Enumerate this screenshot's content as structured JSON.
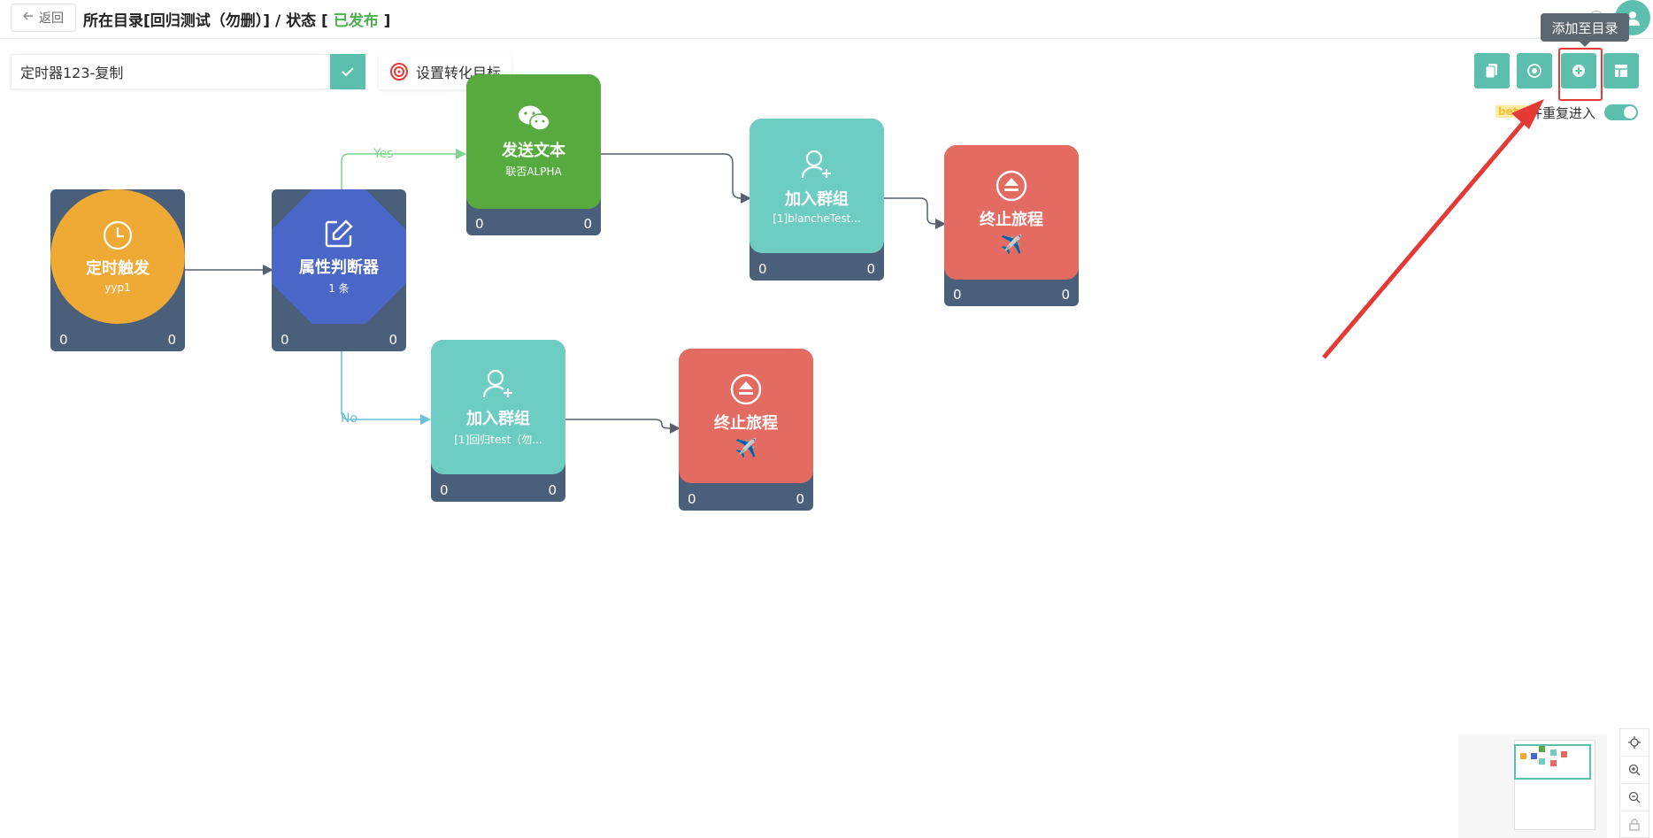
{
  "header": {
    "back_label": "返回",
    "crumb_prefix": "所在目录[回归测试（勿删）] / 状态 [ ",
    "status": "已发布",
    "crumb_suffix": " ]"
  },
  "toolbar": {
    "journey_name": "定时器123-复制",
    "target_label": "设置转化目标",
    "tooltip": "添加至目录",
    "beta": "beta",
    "repeat_label": "许重复进入"
  },
  "colors": {
    "teal": "#5cbfae",
    "orange": "#efaa36",
    "blue": "#4a66c6",
    "green": "#57aa3e",
    "red": "#e46b62",
    "bar": "#4a5f7a",
    "published": "#4caf50"
  },
  "nodes": {
    "timer": {
      "title": "定时触发",
      "sub": "yyp1",
      "left": "0",
      "right": "0",
      "icon": "clock-icon"
    },
    "judge": {
      "title": "属性判断器",
      "sub": "1 条",
      "left": "0",
      "right": "0",
      "icon": "edit-icon"
    },
    "send": {
      "title": "发送文本",
      "sub": "联否ALPHA",
      "left": "0",
      "right": "0",
      "icon": "wechat-icon"
    },
    "group1": {
      "title": "加入群组",
      "sub": "[1]blancheTest...",
      "left": "0",
      "right": "0",
      "icon": "user-add-icon"
    },
    "end1": {
      "title": "终止旅程",
      "left": "0",
      "right": "0",
      "icon": "eject-icon"
    },
    "group2": {
      "title": "加入群组",
      "sub": "[1]回归test（勿...",
      "left": "0",
      "right": "0",
      "icon": "user-add-icon"
    },
    "end2": {
      "title": "终止旅程",
      "left": "0",
      "right": "0",
      "icon": "eject-icon"
    }
  },
  "edges": {
    "yes": "Yes",
    "no": "No"
  }
}
